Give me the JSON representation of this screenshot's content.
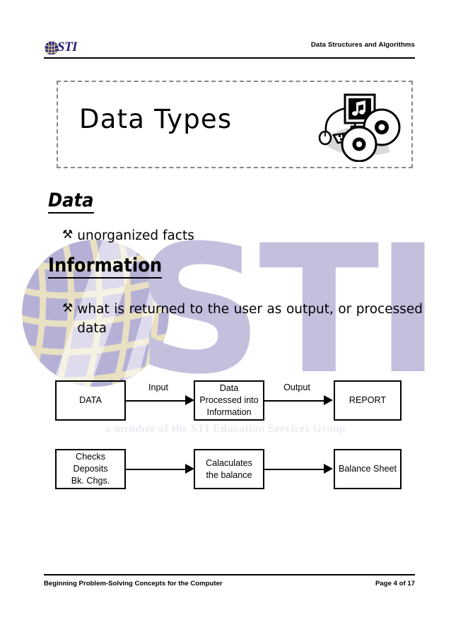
{
  "header": {
    "logo_text": "STI",
    "logo_icon": "globe-icon",
    "course_title": "Data Structures and Algorithms"
  },
  "title_box": {
    "title": "Data Types",
    "art_icon": "multimedia-computer-cds-clipart"
  },
  "watermark": {
    "letters": "STI",
    "tagline": "a member of the STI Education Services Group",
    "letters_color": "#c3c0de",
    "globe_lavender": "#b5b1d6",
    "globe_cream": "#e9e0c2",
    "tagline_color": "#eceaf3"
  },
  "sections": [
    {
      "heading": "Data",
      "bullets": [
        {
          "glyph": "crossed-tools-bullet",
          "symbol": "⚒",
          "text": "unorganized facts"
        }
      ]
    },
    {
      "heading": "Information",
      "bullets": [
        {
          "glyph": "crossed-tools-bullet",
          "symbol": "⚒",
          "text": "what is returned to the user as output, or processed data"
        }
      ]
    }
  ],
  "diagrams": [
    {
      "name": "data-to-report-flow",
      "boxes": [
        "DATA",
        "Data Processed into Information",
        "REPORT"
      ],
      "arrow_labels": [
        "Input",
        "Output"
      ]
    },
    {
      "name": "bank-balance-flow",
      "boxes": [
        "Checks Deposits Bk. Chgs.",
        "Calaculates the balance",
        "Balance Sheet"
      ],
      "arrow_labels": [
        "",
        ""
      ]
    }
  ],
  "diagram_text": {
    "d1_box1": "DATA",
    "d1_box2_line1": "Data",
    "d1_box2_line2": "Processed into",
    "d1_box2_line3": "Information",
    "d1_box3": "REPORT",
    "d1_label1": "Input",
    "d1_label2": "Output",
    "d2_box1_line1": "Checks",
    "d2_box1_line2": "Deposits",
    "d2_box1_line3": "Bk. Chgs.",
    "d2_box2_line1": "Calaculates",
    "d2_box2_line2": "the balance",
    "d2_box3": "Balance Sheet"
  },
  "footer": {
    "left": "Beginning Problem-Solving Concepts for the Computer",
    "right": "Page 4 of 17"
  }
}
